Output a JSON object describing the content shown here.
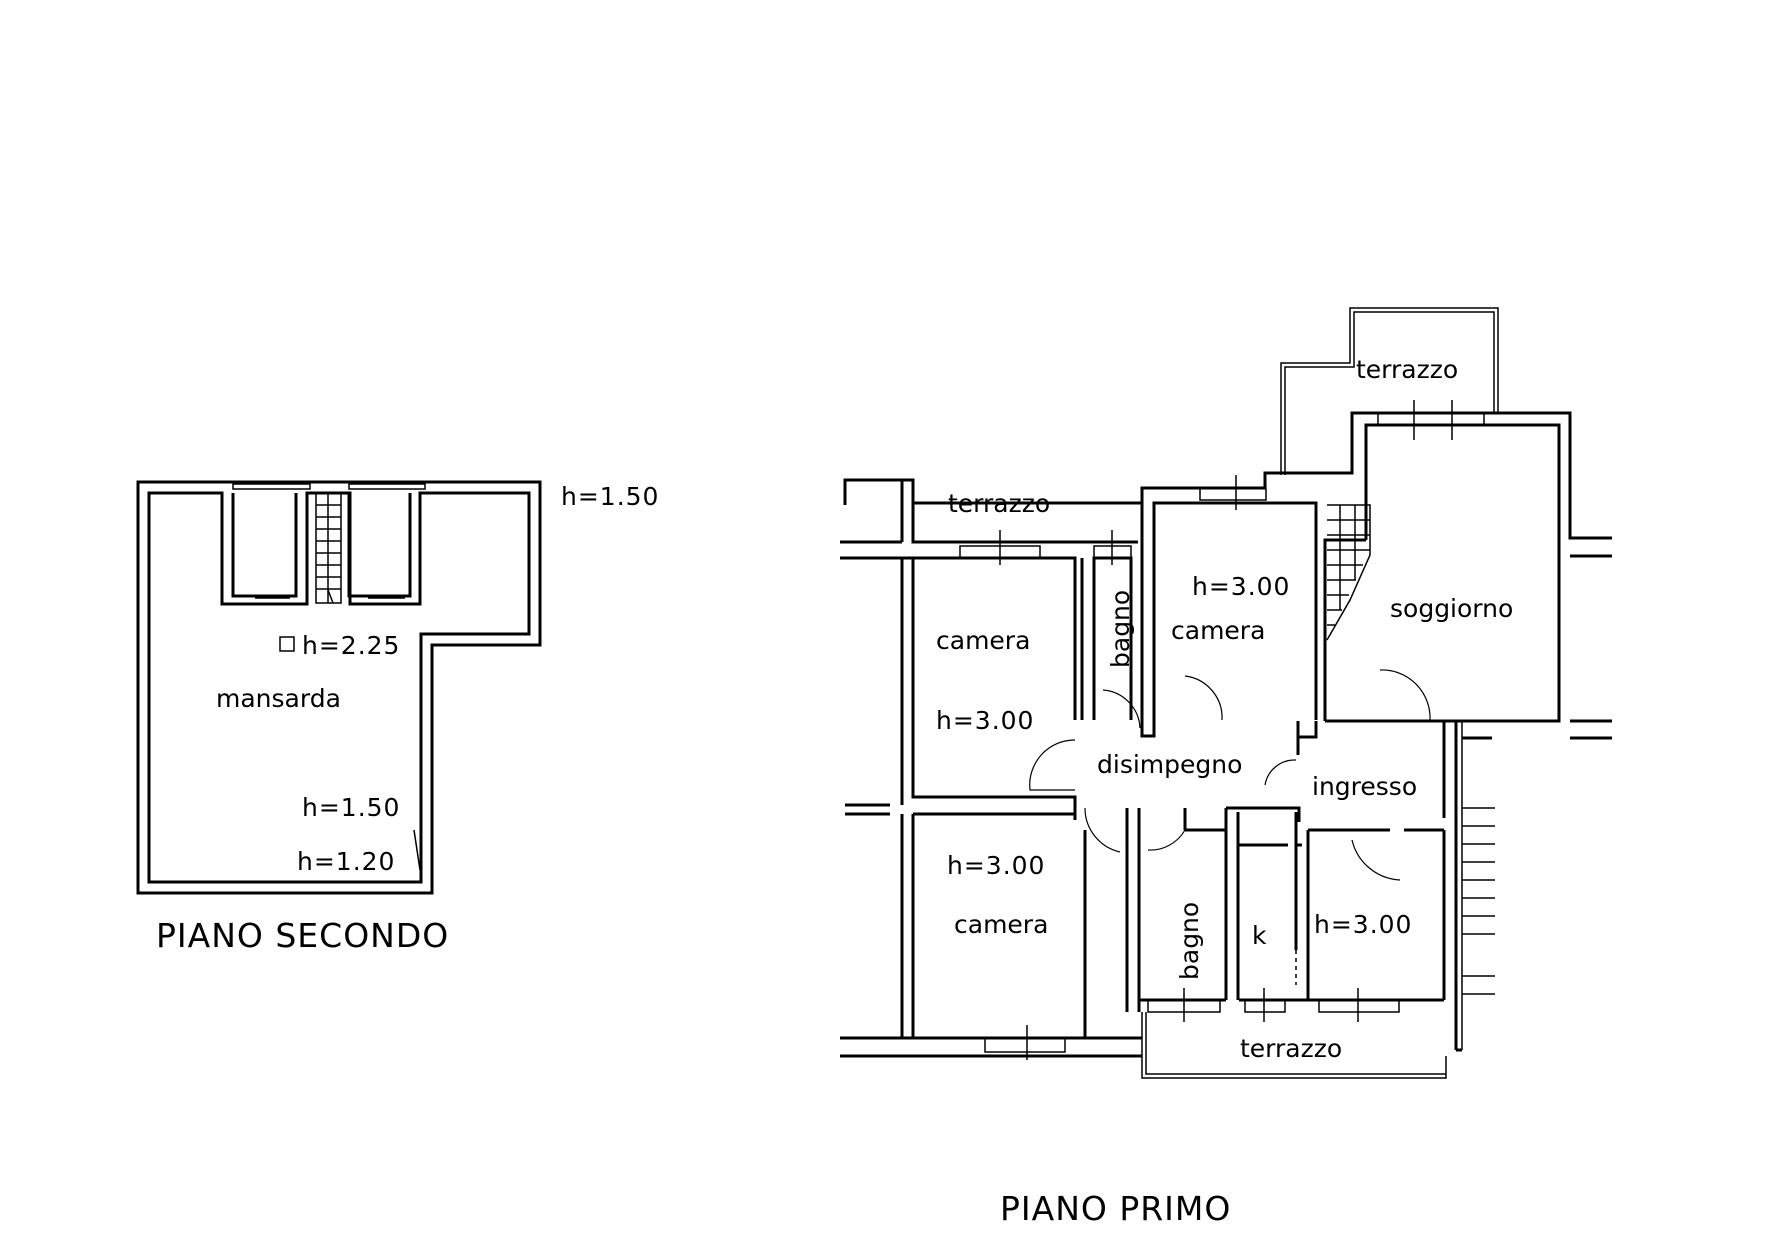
{
  "floors": {
    "second": {
      "title": "PIANO SECONDO",
      "rooms": {
        "mansarda": "mansarda"
      },
      "heights": {
        "top_right": "h=1.50",
        "center": "h=2.25",
        "bottom_a": "h=1.50",
        "bottom_b": "h=1.20"
      }
    },
    "first": {
      "title": "PIANO PRIMO",
      "rooms": {
        "terrazzo_top": "terrazzo",
        "terrazzo_left": "terrazzo",
        "terrazzo_bottom": "terrazzo",
        "camera_left": "camera",
        "camera_top": "camera",
        "camera_bottom": "camera",
        "bagno_top": "bagno",
        "bagno_bottom": "bagno",
        "soggiorno": "soggiorno",
        "disimpegno": "disimpegno",
        "ingresso": "ingresso",
        "kitchen": "k"
      },
      "heights": {
        "camera_left": "h=3.00",
        "camera_top": "h=3.00",
        "camera_bottom": "h=3.00",
        "right_room": "h=3.00"
      }
    }
  }
}
